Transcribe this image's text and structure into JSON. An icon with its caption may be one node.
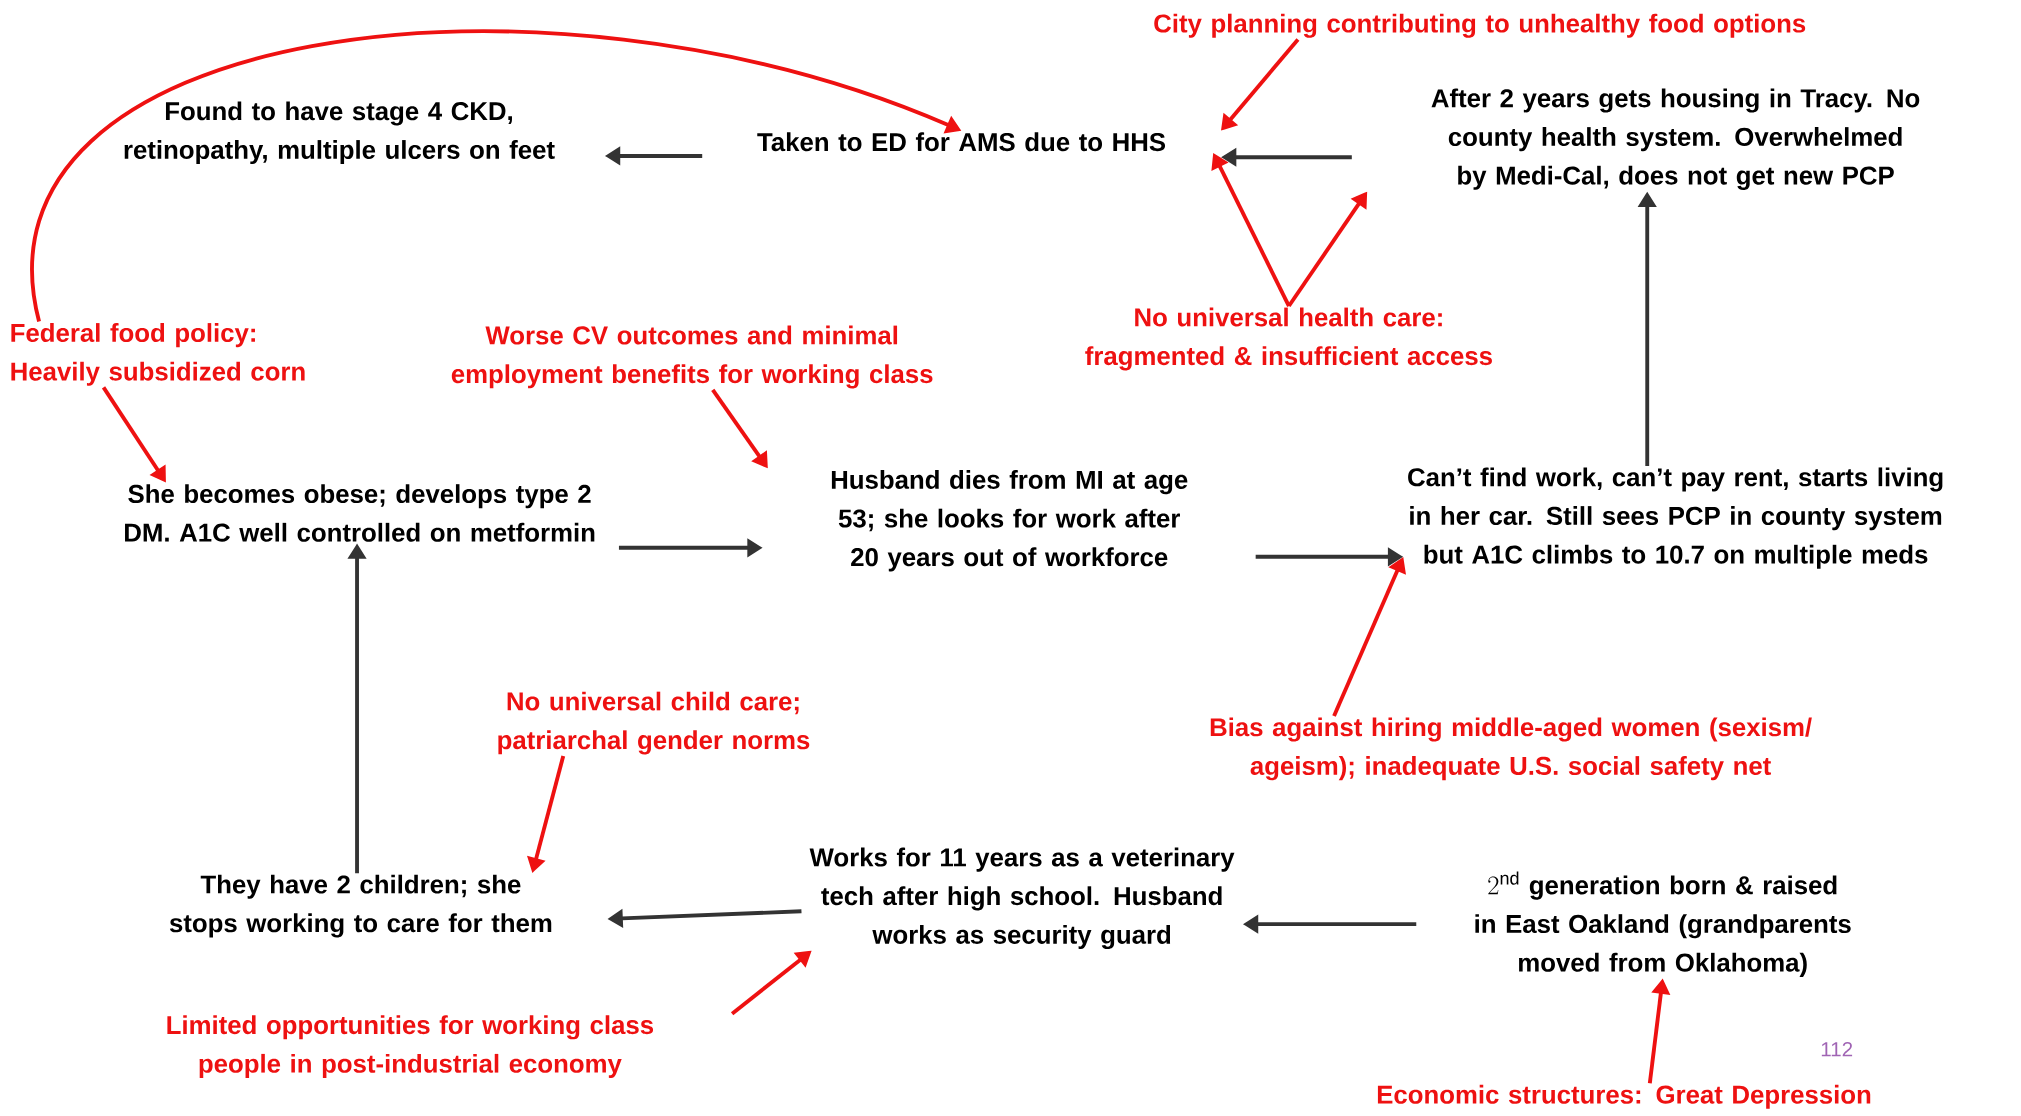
{
  "diagram": {
    "nodes": [
      {
        "text": [
          "Found to have stage 4 CKD, retinopathy, multiple ulcers on feet"
        ]
      },
      {
        "text": [
          "Taken to ED for AMS due to HHS"
        ]
      },
      {
        "text": [
          "After 2 years gets housing in Tracy. No county health system. Overwhelmed by Medi-Cal, does not get new PCP"
        ]
      },
      {
        "text": [
          "She becomes obese; develops type 2 DM. A1C well controlled on metformin"
        ]
      },
      {
        "text": [
          "Husband dies from MI at age 53; she looks for work after 20 years out of workforce"
        ]
      },
      {
        "text": [
          "Can’t find work, can’t pay rent, starts living in her car. Still sees PCP in county system but A1C climbs to 10.7 on multiple meds"
        ]
      },
      {
        "text": [
          "They have 2 children; she stops working to care for them"
        ]
      },
      {
        "text": [
          "Works for 11 years as a veterinary tech after high school. Husband works as security guard"
        ]
      },
      {
        "text": [
          "2^{\\mathrm{nd}}",
          "generation born & raised in East Oakland (grandparents moved from Oklahoma)"
        ]
      },
      {
        "text": [
          "City planning contributing to unhealthy food options"
        ]
      },
      {
        "text": [
          "No universal health care: fragmented & insufficient access"
        ]
      },
      {
        "text": [
          "Federal food policy: Heavily subsidized corn"
        ]
      },
      {
        "text": [
          "Worse CV outcomes and minimal employment benefits for working class"
        ]
      },
      {
        "text": [
          "No universal child care; patriarchal gender norms"
        ]
      },
      {
        "text": [
          "Bias against hiring middle-aged women (sexism/ ageism); inadequate U.S. social safety net"
        ]
      },
      {
        "text": [
          "Limited opportunities for working class people in post-industrial economy"
        ]
      },
      {
        "text": [
          "Economic structures: Great Depression"
        ]
      }
    ],
    "edges": [
      {
        "from": 1,
        "to": 0,
        "arrow": "to",
        "color": "#333333"
      },
      {
        "from": 2,
        "to": 1,
        "arrow": "to",
        "color": "#333333"
      },
      {
        "from": 3,
        "to": 4,
        "arrow": "to",
        "color": "#333333"
      },
      {
        "from": 4,
        "to": 5,
        "arrow": "to",
        "color": "#333333"
      },
      {
        "from": 5,
        "to": 2,
        "arrow": "to",
        "color": "#333333"
      },
      {
        "from": 6,
        "to": 3,
        "arrow": "to",
        "color": "#333333"
      },
      {
        "from": 7,
        "to": 6,
        "arrow": "to",
        "color": "#333333"
      },
      {
        "from": 8,
        "to": 7,
        "arrow": "to",
        "color": "#333333"
      },
      {
        "from": 9,
        "to": 1,
        "arrow": "to"
      },
      {
        "from": 10,
        "to": 1,
        "arrow": "to"
      },
      {
        "from": 10,
        "to": 2,
        "arrow": "to"
      },
      {
        "from": 11,
        "to": 3,
        "arrow": "to"
      },
      {
        "from": 11,
        "to": 1,
        "arrow": "to"
      },
      {
        "from": 12,
        "to": 4,
        "arrow": "to"
      },
      {
        "from": 13,
        "to": 6,
        "arrow": "to"
      },
      {
        "from": 14,
        "to": 5,
        "arrow": "to"
      },
      {
        "from": 15,
        "to": 7,
        "arrow": "to"
      },
      {
        "from": 16,
        "to": 8,
        "arrow": "to"
      }
    ],
    "labels": [
      "112"
    ]
  }
}
